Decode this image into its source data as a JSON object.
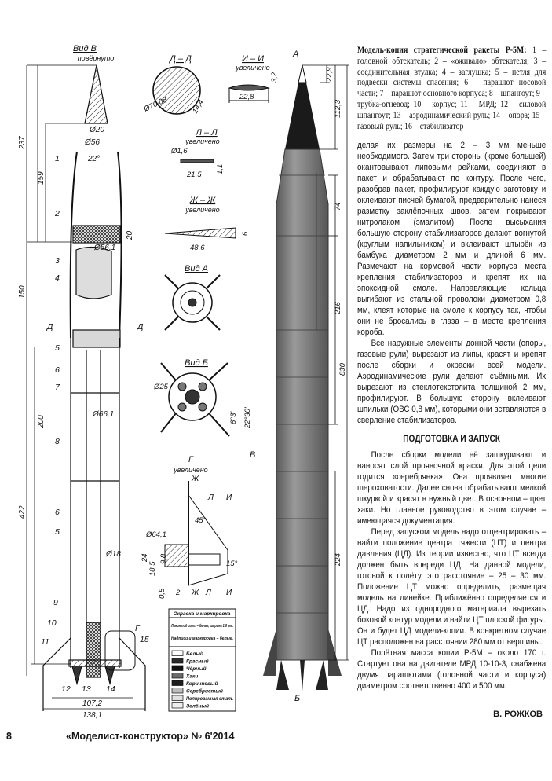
{
  "caption": {
    "title": "Модель-копия стратегической ракеты Р-5М:",
    "text": "1 – головной обтекатель; 2 – «оживало» обтекателя; 3 – соединительная втулка; 4 – заглушка; 5 – петля для подвески системы спасения; 6 – парашют носовой части; 7 – парашют основного корпуса; 8 – шпангоут; 9 – трубка-огневод; 10 – корпус; 11 – МРД; 12 – силовой шпангоут; 13 – аэродинамический руль; 14 – опора; 15 – газовый руль; 16 – стабилизатор"
  },
  "body": {
    "p1": "делая их размеры на 2 – 3 мм меньше необходимого. Затем три стороны (кроме большей) окантовывают липовыми рейками, соединяют в пакет и обрабатывают по контуру. После чего, разобрав пакет, профилируют каждую заготовку и оклеивают писчей бумагой, предварительно нанеся разметку заклёпочных швов, затем покрывают нитролаком (эмалитом). После высыхания большую сторону стабилизаторов делают вогнутой (круглым напильником) и вклеивают штырёк из бамбука диаметром 2 мм и длиной 6 мм. Размечают на кормовой части корпуса места крепления стабилизаторов и крепят их на эпоксидной смоле. Направляющие кольца выгибают из стальной проволоки диаметром 0,8 мм, клеят которые на смоле к корпусу так, чтобы они не бросались в глаза – в месте крепления короба.",
    "p2": "Все наружные элементы донной части (опоры, газовые рули) вырезают из липы, красят и крепят после сборки и окраски всей модели. Аэродинамические рули делают съёмными. Их вырезают из стеклотекстолита толщиной 2 мм, профилируют. В большую сторону вклеивают шпильки (ОВС 0,8 мм), которыми они вставляются в сверление стабилизаторов.",
    "heading": "ПОДГОТОВКА И ЗАПУСК",
    "p3": "После сборки модели её зашкуривают и наносят слой проявочной краски. Для этой цели годится «серебрянка». Она проявляет многие шероховатости. Далее снова обрабатывают мелкой шкуркой и красят в нужный цвет. В основном – цвет хаки. Но главное руководство в этом случае – имеющаяся документация.",
    "p4": "Перед запуском модель надо отцентрировать – найти положение центра тяжести (ЦТ) и центра давления (ЦД). Из теории известно, что ЦТ всегда должен быть впереди ЦД. На данной модели, готовой к полёту, это расстояние – 25 – 30 мм. Положение ЦТ можно определить, размещая модель на линейке. Приближённо определяется и ЦД. Надо из однородного материала вырезать боковой контур модели и найти ЦТ плоской фигуры. Он и будет ЦД модели-копии. В конкретном случае ЦТ расположен на расстоянии 280 мм от вершины.",
    "p5": "Полётная масса копии Р-5М – около 170 г. Стартует она на двигателе МРД 10-10-3, снабжена двумя парашютами (головной части и корпуса) диаметром соответственно 400 и 500 мм."
  },
  "author": "В. РОЖКОВ",
  "footer": {
    "page": "8",
    "magazine": "«Моделист-конструктор» № 6'2014"
  },
  "drawing": {
    "view_v": "Вид В",
    "rotated": "повёрнуто",
    "section_dd": "Д – Д",
    "section_ii": "И – И",
    "section_ll": "Л – Л",
    "section_zhzh": "Ж – Ж",
    "enlarged": "увеличено",
    "view_a": "Вид А",
    "view_b": "Вид Б",
    "detail_g": "Г",
    "dims": {
      "d237": "237",
      "d159": "159",
      "d150": "150",
      "d200": "200",
      "d422": "422",
      "d20": "Ø20",
      "d56": "Ø56",
      "a22": "22°",
      "d561": "Ø56,1",
      "h20": "20",
      "d661": "Ø66,1",
      "d18": "Ø18",
      "w1072": "107,2",
      "w1381": "138,1",
      "d7008": "Ø70,08",
      "d144": "14,4",
      "d32": "3,2",
      "d228": "22,8",
      "d16": "Ø1,6",
      "d215": "21,5",
      "d11": "1,1",
      "d486": "48,6",
      "d6": "6",
      "d25": "Ø25",
      "a63": "6°3'",
      "a2230": "22°30'",
      "d641": "Ø64,1",
      "a45": "45°",
      "a15": "15°",
      "d24": "24",
      "d185": "18,5",
      "d98": "9,8",
      "d05": "0,5",
      "d2": "2",
      "r229": "22,9",
      "r1123": "112,3",
      "r74": "74",
      "r216": "216",
      "r830": "830",
      "r224": "224"
    },
    "letters": {
      "A": "А",
      "B": "Б",
      "V": "В",
      "D": "Д",
      "Zh": "Ж",
      "L": "Л",
      "I": "И",
      "G": "Г"
    },
    "part_numbers": [
      "1",
      "2",
      "3",
      "4",
      "5",
      "6",
      "7",
      "8",
      "6",
      "5",
      "9",
      "10",
      "11",
      "12",
      "13",
      "14",
      "15"
    ],
    "legend": {
      "title": "Окраска и маркировка",
      "note1": "Линия под изол. – белая, ширина 1,6 мм.",
      "note2": "Надписи и маркировка – белые.",
      "items": [
        {
          "label": "Белый",
          "color": "#ffffff"
        },
        {
          "label": "Красный",
          "color": "#2a2a2a"
        },
        {
          "label": "Чёрный",
          "color": "#111111"
        },
        {
          "label": "Хаки",
          "color": "#6b6b6b"
        },
        {
          "label": "Коричневый",
          "color": "#1e1e1e"
        },
        {
          "label": "Серебристый",
          "color": "#bdbdbd"
        },
        {
          "label": "Полированная сталь",
          "color": "#e0e0e0"
        },
        {
          "label": "Зелёный",
          "color": "#eeeeee"
        }
      ]
    }
  }
}
